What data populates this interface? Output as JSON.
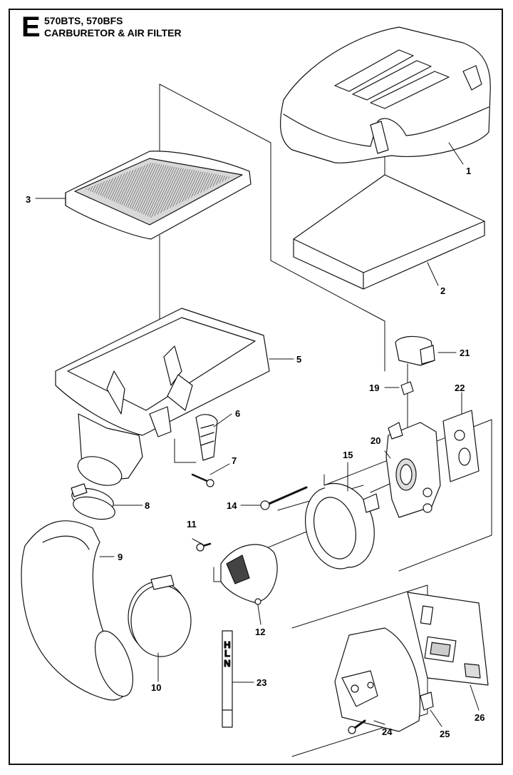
{
  "header": {
    "section_letter": "E",
    "model_line": "570BTS, 570BFS",
    "section_title": "CARBURETOR & AIR FILTER"
  },
  "callouts": [
    {
      "id": "1",
      "label": "1"
    },
    {
      "id": "2",
      "label": "2"
    },
    {
      "id": "3",
      "label": "3"
    },
    {
      "id": "5",
      "label": "5"
    },
    {
      "id": "6",
      "label": "6"
    },
    {
      "id": "7",
      "label": "7"
    },
    {
      "id": "8",
      "label": "8"
    },
    {
      "id": "9",
      "label": "9"
    },
    {
      "id": "10",
      "label": "10"
    },
    {
      "id": "11",
      "label": "11"
    },
    {
      "id": "12",
      "label": "12"
    },
    {
      "id": "14",
      "label": "14"
    },
    {
      "id": "15",
      "label": "15"
    },
    {
      "id": "19",
      "label": "19"
    },
    {
      "id": "20",
      "label": "20"
    },
    {
      "id": "21",
      "label": "21"
    },
    {
      "id": "22",
      "label": "22"
    },
    {
      "id": "23",
      "label": "23"
    },
    {
      "id": "24",
      "label": "24"
    },
    {
      "id": "25",
      "label": "25"
    },
    {
      "id": "26",
      "label": "26"
    }
  ],
  "tool_marks": {
    "top": "H",
    "middle": "L",
    "bottom": "N"
  }
}
